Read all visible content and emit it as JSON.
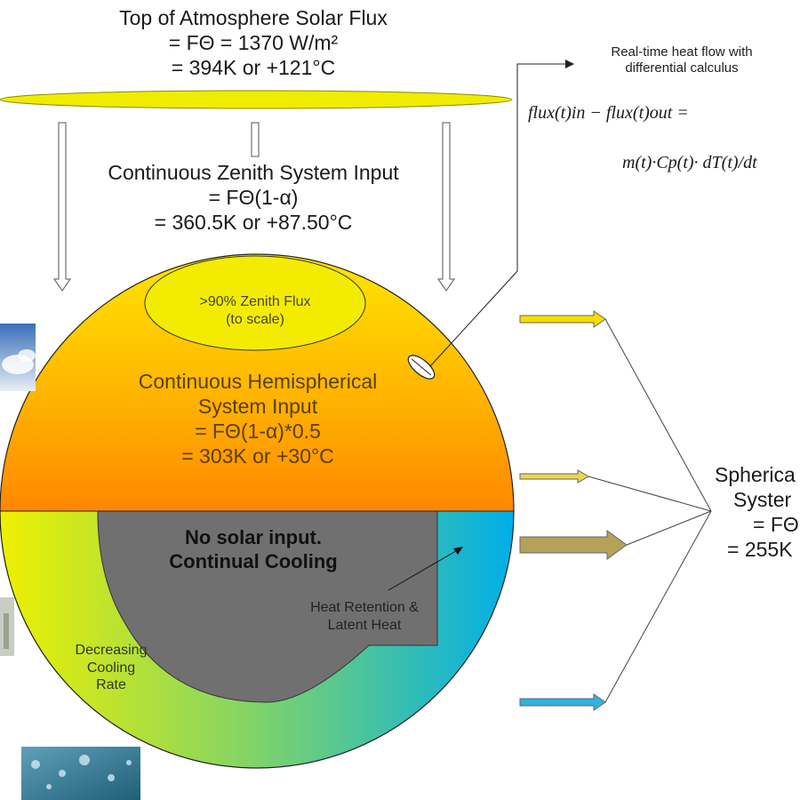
{
  "top": {
    "title": "Top of Atmosphere Solar Flux",
    "line1": "= FΘ = 1370 W/m²",
    "line2": "= 394K or +121°C"
  },
  "zenith": {
    "title": "Continuous Zenith System Input",
    "line1": "= FΘ(1-α)",
    "line2": "= 360.5K or +87.50°C"
  },
  "zenith_flux": {
    "line1": ">90% Zenith Flux",
    "line2": "(to scale)"
  },
  "hemi": {
    "line1": "Continuous Hemispherical",
    "line2": "System Input",
    "line3": "= FΘ(1-α)*0.5",
    "line4": "= 303K or +30°C"
  },
  "night": {
    "line1": "No solar input.",
    "line2": "Continual Cooling"
  },
  "retention": {
    "line1": "Heat Retention &",
    "line2": "Latent Heat"
  },
  "decreasing": {
    "line1": "Decreasing",
    "line2": "Cooling",
    "line3": "Rate"
  },
  "realtime": {
    "line1": "Real-time heat flow with",
    "line2": "differential calculus"
  },
  "equation": {
    "lhs": "flux(t)in − flux(t)out =",
    "rhs": "m(t)·Cp(t)· dT(t)/dt"
  },
  "spherical": {
    "line1": "Spherica",
    "line2": "Syster",
    "line3": "= FΘ",
    "line4": "= 255K"
  },
  "colors": {
    "day_top": "#ffe500",
    "day_bottom": "#ff8a00",
    "night_core": "#707070",
    "ring_left": "#e8f000",
    "ring_right": "#00aee8",
    "ellipse": "#f0ec00"
  }
}
